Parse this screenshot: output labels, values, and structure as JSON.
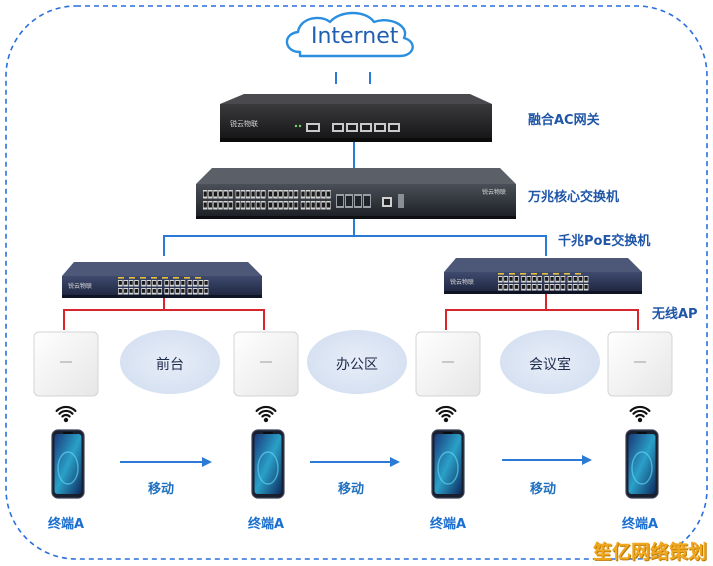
{
  "internet": {
    "label": "Internet"
  },
  "gateway": {
    "label": "融合AC网关",
    "brand": "锐云物联"
  },
  "core_switch": {
    "label": "万兆核心交换机",
    "brand": "锐云物联"
  },
  "poe_switch": {
    "label": "千兆PoE交换机",
    "brand": "锐云物联"
  },
  "ap": {
    "label": "无线AP"
  },
  "zones": [
    {
      "label": "前台"
    },
    {
      "label": "办公区"
    },
    {
      "label": "会议室"
    }
  ],
  "moves": [
    {
      "label": "移动"
    },
    {
      "label": "移动"
    },
    {
      "label": "移动"
    }
  ],
  "terminals": [
    {
      "label": "终端A"
    },
    {
      "label": "终端A"
    },
    {
      "label": "终端A"
    },
    {
      "label": "终端A"
    }
  ],
  "watermark": {
    "text": "笙亿网络策划"
  },
  "colors": {
    "border": "#2a6fdb",
    "blue_link": "#2a7ad6",
    "red_link": "#d9262c",
    "label": "#1f56a8",
    "zone_fill": "#dfe8f5",
    "watermark": "#f0a820"
  }
}
